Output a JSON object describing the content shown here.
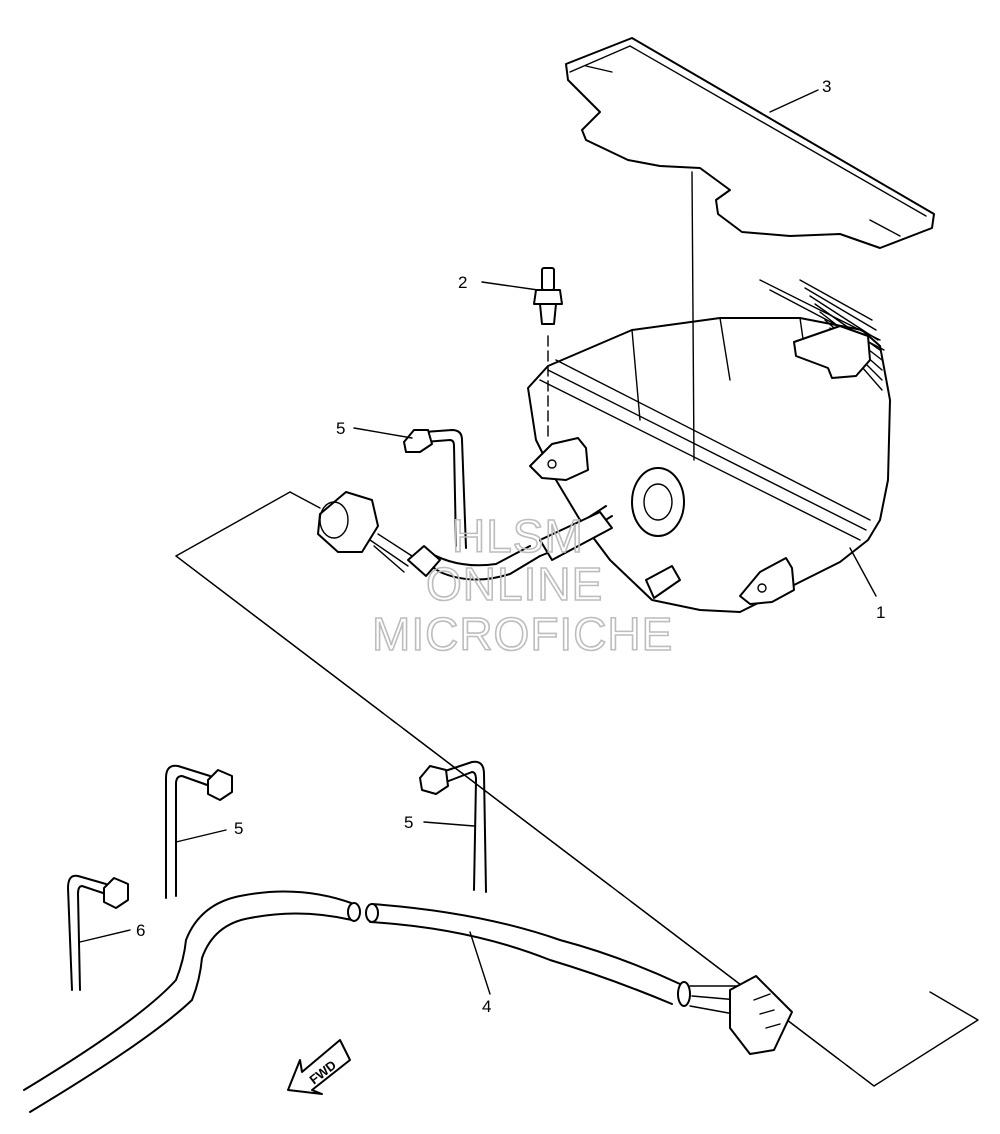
{
  "callouts": [
    {
      "label": "1"
    },
    {
      "label": "2"
    },
    {
      "label": "3"
    },
    {
      "label": "4"
    },
    {
      "label": "5"
    },
    {
      "label": "5"
    },
    {
      "label": "5"
    },
    {
      "label": "6"
    }
  ],
  "watermark": {
    "line1": "HLSM",
    "line2": "ONLINE",
    "line3": "MICROFICHE"
  },
  "direction_arrow": {
    "label": "FWD",
    "icon": "fwd-arrow-icon"
  }
}
